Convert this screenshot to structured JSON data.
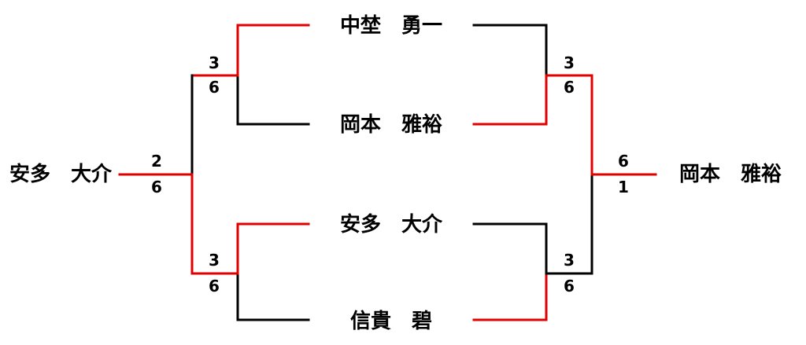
{
  "colors": {
    "winner_line": "#e00000",
    "loser_line": "#000000",
    "text": "#000000"
  },
  "players": {
    "p1": "中埜　勇一",
    "p2": "岡本　雅裕",
    "p3": "安多　大介",
    "p4": "信貴　碧"
  },
  "left_final": {
    "winner": "安多　大介",
    "score_top": "2",
    "score_bottom": "6",
    "semi_top": {
      "score_top": "3",
      "score_bottom": "6"
    },
    "semi_bottom": {
      "score_top": "3",
      "score_bottom": "6"
    }
  },
  "right_final": {
    "winner": "岡本　雅裕",
    "score_top": "6",
    "score_bottom": "1",
    "semi_top": {
      "score_top": "3",
      "score_bottom": "6"
    },
    "semi_bottom": {
      "score_top": "3",
      "score_bottom": "6"
    }
  }
}
